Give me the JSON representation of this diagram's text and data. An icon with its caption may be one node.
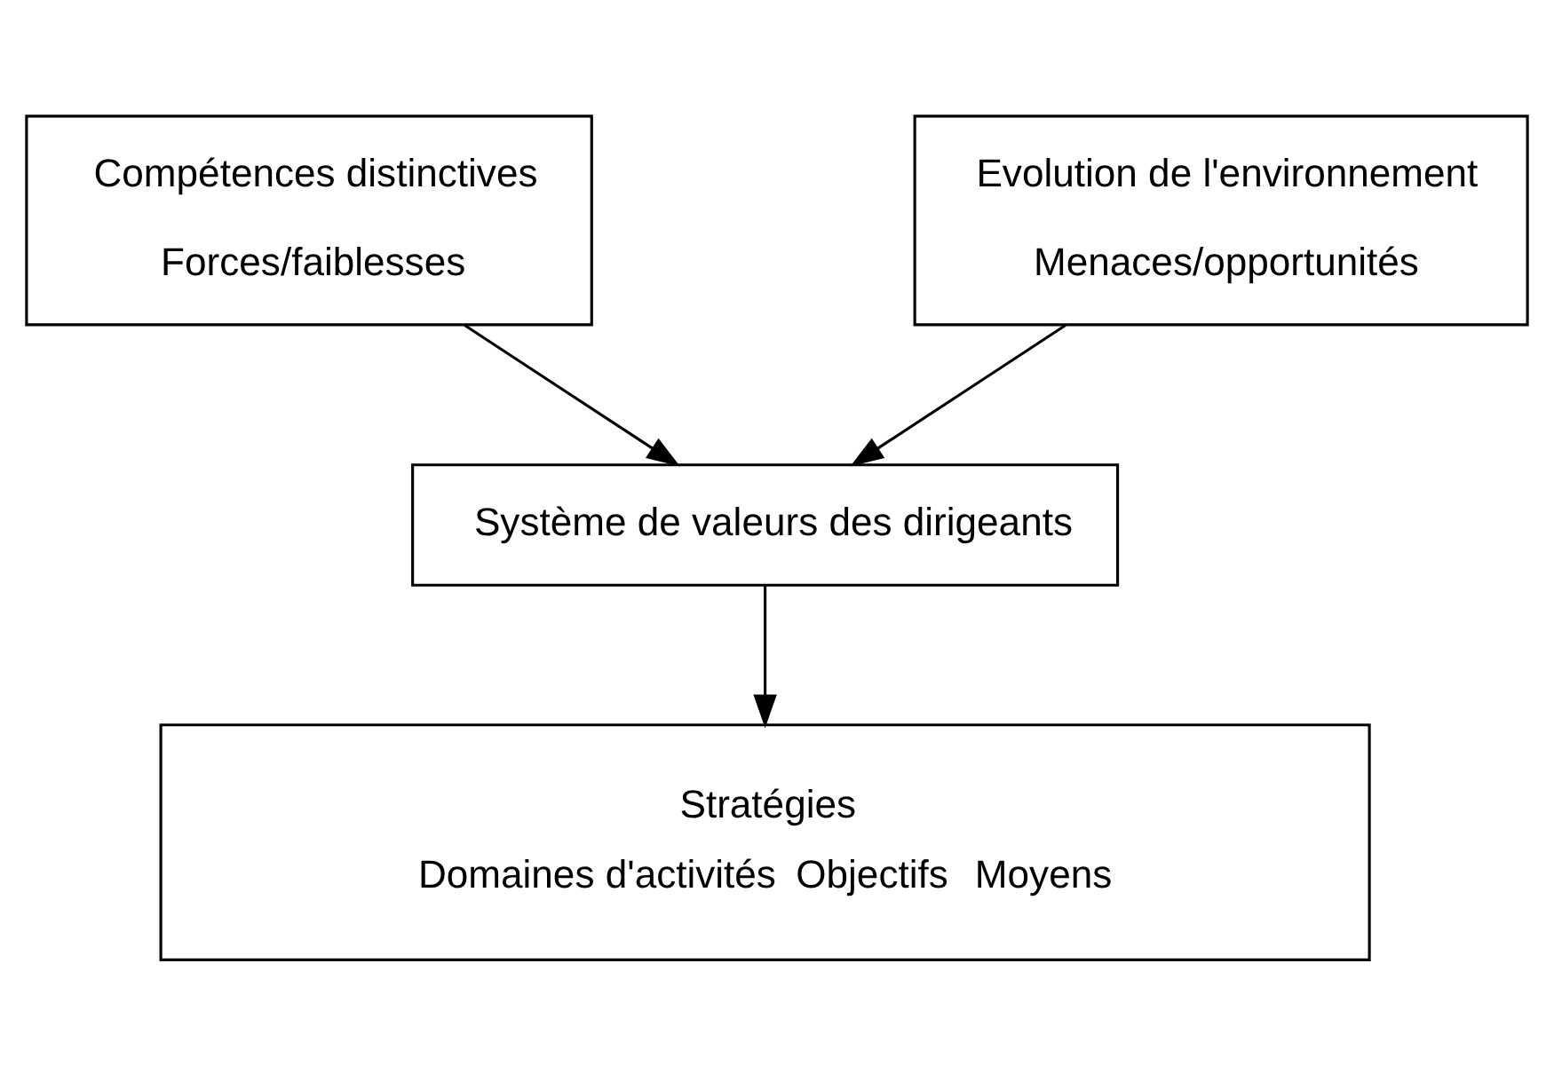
{
  "diagram": {
    "nodes": [
      {
        "text": [
          "Compétences distinctives",
          "Forces/faiblesses"
        ]
      },
      {
        "text": [
          "Evolution de l'environnement",
          "Menaces/opportunités"
        ]
      },
      {
        "text": [
          "Système de valeurs des dirigeants"
        ]
      },
      {
        "text": [
          "Stratégies",
          "Domaines d'activités",
          "Objectifs",
          "Moyens"
        ]
      }
    ],
    "edges": [
      {
        "from": 0,
        "to": 2,
        "arrow": "to"
      },
      {
        "from": 1,
        "to": 2,
        "arrow": "to"
      },
      {
        "from": 2,
        "to": 3,
        "arrow": "to"
      }
    ]
  }
}
